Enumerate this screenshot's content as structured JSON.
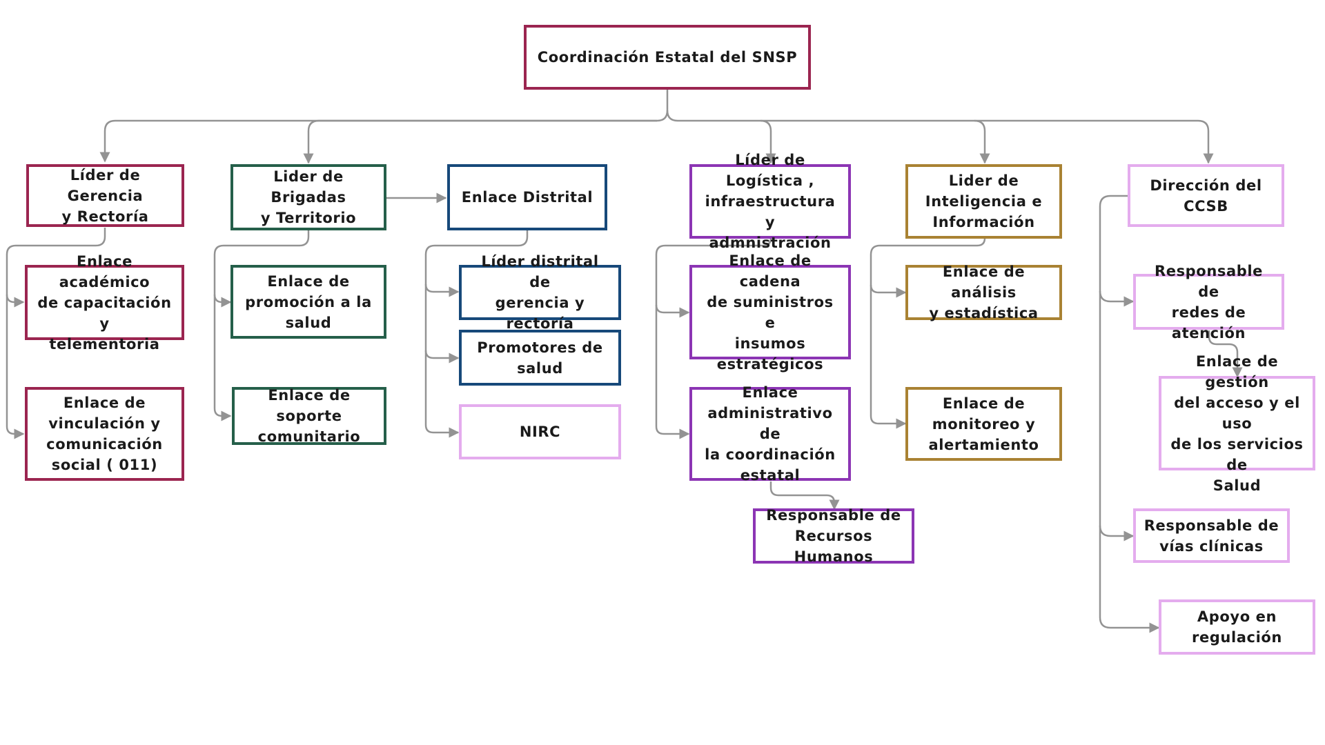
{
  "colors": {
    "root": "#9b2550",
    "gerencia": "#9b2550",
    "brigadas": "#255f4a",
    "distrital": "#17497a",
    "logistica": "#8c35b4",
    "inteligencia": "#a98233",
    "ccsb": "#e4acee",
    "connector": "#939393"
  },
  "nodes": {
    "root": "Coordinación Estatal del SNSP",
    "gerencia": "Líder de Gerencia\ny Rectoría",
    "gerencia_academico": "Enlace académico\nde capacitación y\ntelementoria",
    "gerencia_vinculacion": "Enlace de\nvinculación y\ncomunicación\nsocial ( 011)",
    "brigadas": "Lider de Brigadas\ny Territorio",
    "brigadas_promocion": "Enlace de\npromoción a la\nsalud",
    "brigadas_soporte": "Enlace de soporte\ncomunitario",
    "distrital": "Enlace Distrital",
    "distrital_lider": "Líder distrital de\ngerencia y rectoría",
    "distrital_promotores": "Promotores de\nsalud",
    "distrital_nirc": "NIRC",
    "logistica": "Líder de Logística ,\ninfraestructura y\nadmnistración",
    "logistica_cadena": "Enlace de cadena\nde suministros e\ninsumos\nestratégicos",
    "logistica_administrativo": "Enlace\nadministrativo de\nla coordinación\nestatal",
    "logistica_rh": "Responsable de\nRecursos Humanos",
    "inteligencia": "Lider de\nInteligencia e\nInformación",
    "inteligencia_analisis": "Enlace de análisis\ny estadística",
    "inteligencia_monitoreo": "Enlace de\nmonitoreo y\nalertamiento",
    "ccsb": "Dirección del CCSB",
    "ccsb_redes": "Responsable de\nredes de atención",
    "ccsb_gestion": "Enlace  de gestión\ndel acceso y el uso\nde los servicios de\nSalud",
    "ccsb_vias": "Responsable de\nvías clínicas",
    "ccsb_apoyo": "Apoyo en\nregulación"
  }
}
